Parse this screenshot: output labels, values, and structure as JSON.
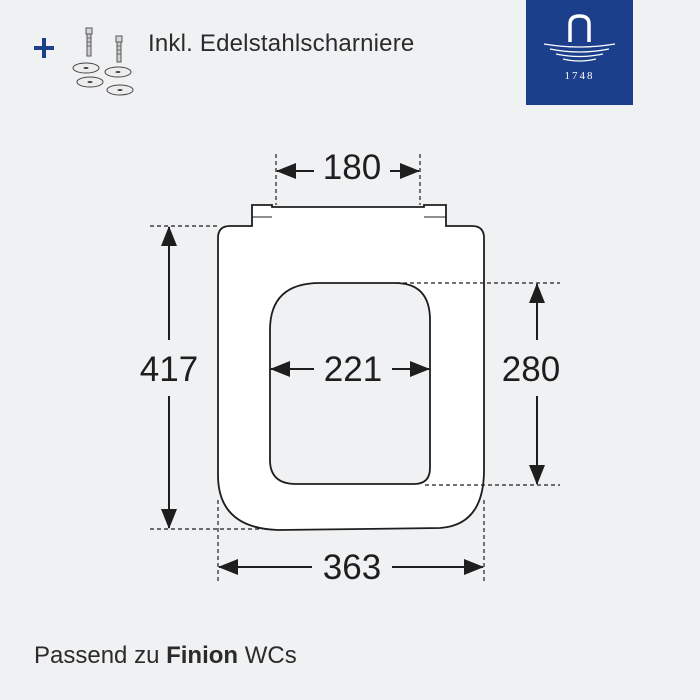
{
  "header": {
    "text": "Inkl. Edelstahlscharniere"
  },
  "brand": {
    "year": "1748",
    "color": "#1c3f8c"
  },
  "dimensions": {
    "hinge_distance": "180",
    "inner_width": "221",
    "inner_length": "280",
    "overall_length": "417",
    "overall_width": "363"
  },
  "footer": {
    "prefix": "Passend zu ",
    "product": "Finion",
    "suffix": " WCs"
  },
  "icons": {
    "plus": "plus-icon",
    "hinge": "hinge-parts-icon",
    "logo": "fountain-logo-icon"
  }
}
